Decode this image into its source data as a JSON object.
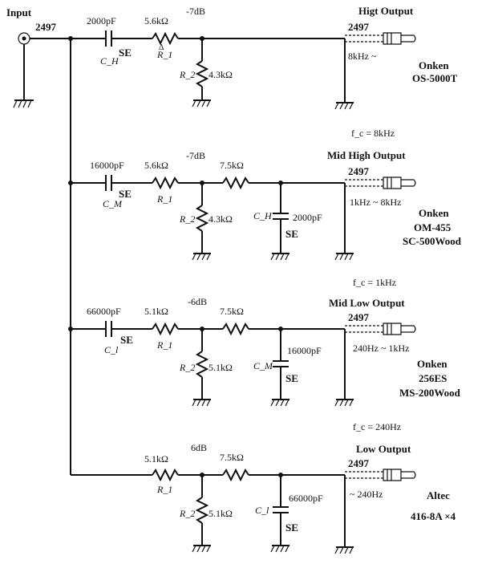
{
  "input": {
    "label": "Input",
    "cable": "2497"
  },
  "branches": [
    {
      "output_label": "Higt Output",
      "cable": "2497",
      "freq_range": "8kHz ~",
      "fc": "",
      "cap_value": "2000pF",
      "cap_type": "SE",
      "cap_name": "C_H",
      "r1_value": "5.6kΩ",
      "r1_name": "R_1",
      "r2_value": "4.3kΩ",
      "r2_name": "R_2",
      "atten": "-7dB",
      "series_value": "",
      "shunt_cap_value": "",
      "shunt_cap_type": "",
      "shunt_cap_name": "",
      "speaker": [
        "Onken",
        "OS-5000T"
      ]
    },
    {
      "output_label": "Mid High Output",
      "cable": "2497",
      "freq_range": "1kHz ~ 8kHz",
      "fc": "f_c = 8kHz",
      "cap_value": "16000pF",
      "cap_type": "SE",
      "cap_name": "C_M",
      "r1_value": "5.6kΩ",
      "r1_name": "R_1",
      "r2_value": "4.3kΩ",
      "r2_name": "R_2",
      "atten": "-7dB",
      "series_value": "7.5kΩ",
      "shunt_cap_value": "2000pF",
      "shunt_cap_type": "SE",
      "shunt_cap_name": "C_H",
      "speaker": [
        "Onken",
        "OM-455",
        "SC-500Wood"
      ]
    },
    {
      "output_label": "Mid Low Output",
      "cable": "2497",
      "freq_range": "240Hz ~ 1kHz",
      "fc": "f_c = 1kHz",
      "cap_value": "66000pF",
      "cap_type": "SE",
      "cap_name": "C_l",
      "r1_value": "5.1kΩ",
      "r1_name": "R_1",
      "r2_value": "5.1kΩ",
      "r2_name": "R_2",
      "atten": "-6dB",
      "series_value": "7.5kΩ",
      "shunt_cap_value": "16000pF",
      "shunt_cap_type": "SE",
      "shunt_cap_name": "C_M",
      "speaker": [
        "Onken",
        "256ES",
        "MS-200Wood"
      ]
    },
    {
      "output_label": "Low Output",
      "cable": "2497",
      "freq_range": "~ 240Hz",
      "fc": "f_c = 240Hz",
      "cap_value": "",
      "cap_type": "",
      "cap_name": "",
      "r1_value": "5.1kΩ",
      "r1_name": "R_1",
      "r2_value": "5.1kΩ",
      "r2_name": "R_2",
      "atten": "6dB",
      "series_value": "7.5kΩ",
      "shunt_cap_value": "66000pF",
      "shunt_cap_type": "SE",
      "shunt_cap_name": "C_l",
      "speaker": [
        "Altec",
        "416-8A ×4"
      ]
    }
  ]
}
